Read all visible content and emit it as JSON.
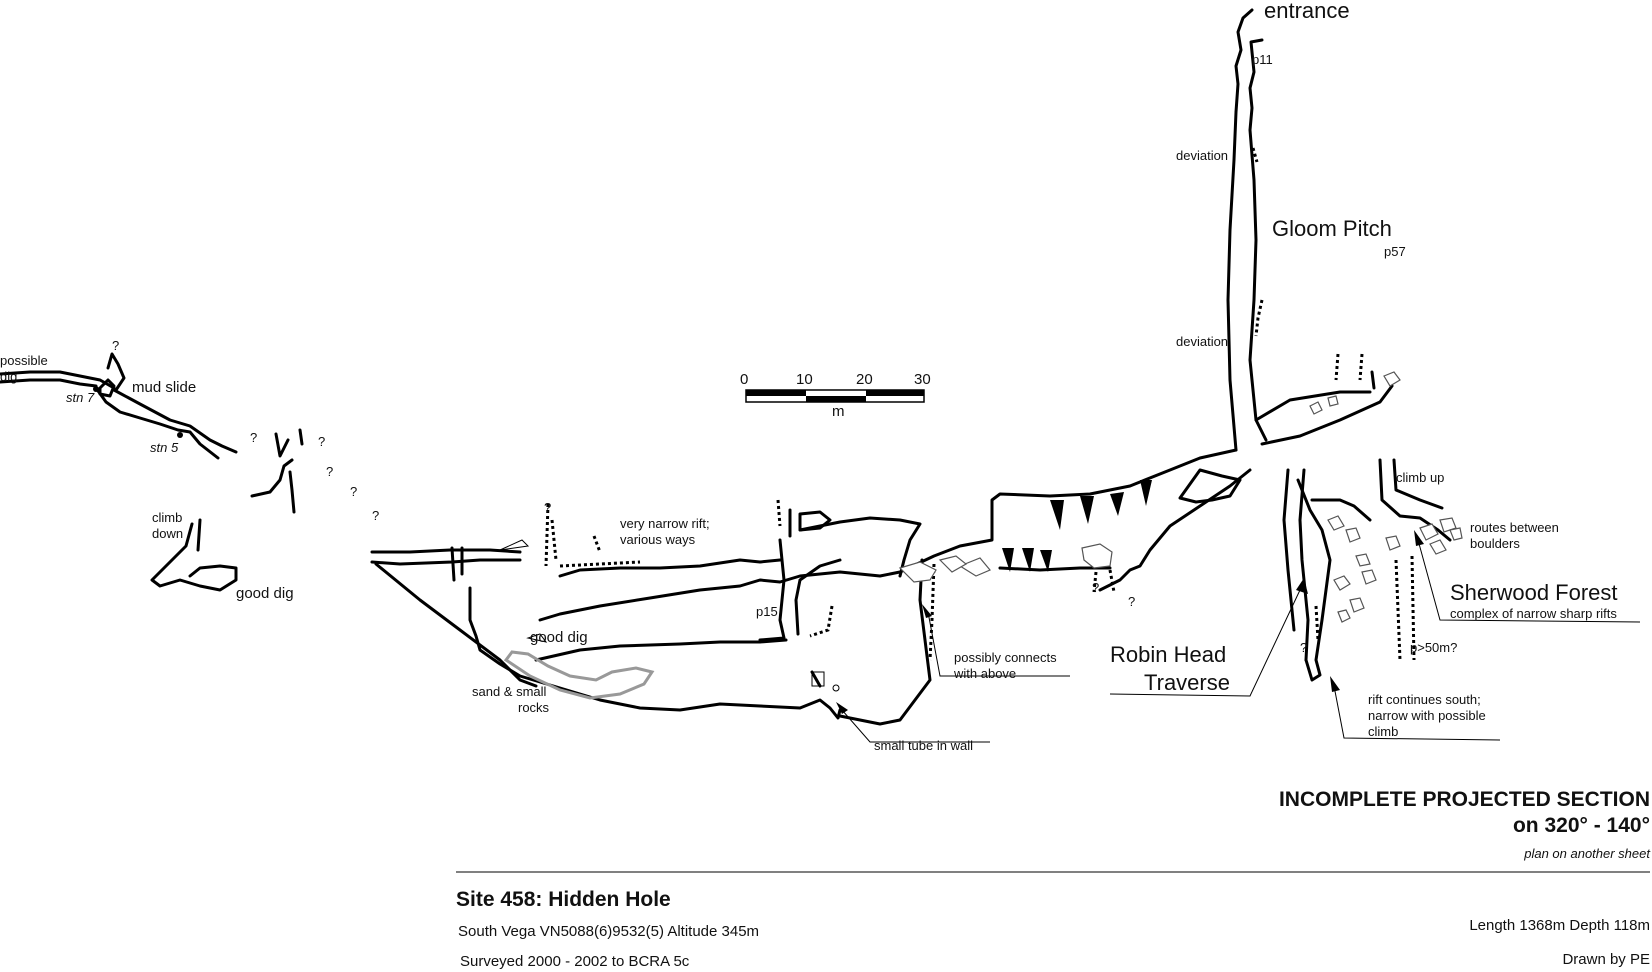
{
  "labels": {
    "entrance": "entrance",
    "p11": "p11",
    "deviation1": "deviation",
    "deviation2": "deviation",
    "gloom_pitch": "Gloom Pitch",
    "p57": "p57",
    "possible_dig_1": "possible",
    "possible_dig_2": "dig",
    "mud_slide": "mud slide",
    "stn7": "stn 7",
    "stn5": "stn 5",
    "q": "?",
    "climb_down_1": "climb",
    "climb_down_2": "down",
    "good_dig_left": "good dig",
    "narrow_rift_1": "very narrow rift;",
    "narrow_rift_2": "various ways",
    "p15": "p15",
    "good_dig_center": "good dig",
    "sand_1": "sand & small",
    "sand_2": "rocks",
    "possibly_connects_1": "possibly connects",
    "possibly_connects_2": "with above",
    "small_tube": "small tube in wall",
    "robin_1": "Robin Head",
    "robin_2": "Traverse",
    "climb_up": "climb up",
    "routes_1": "routes between",
    "routes_2": "boulders",
    "sherwood": "Sherwood Forest",
    "sherwood_sub": "complex of narrow sharp rifts",
    "p50": "p>50m?",
    "rift_south_1": "rift continues south;",
    "rift_south_2": "narrow with possible",
    "rift_south_3": "climb"
  },
  "scale": {
    "ticks": [
      "0",
      "10",
      "20",
      "30"
    ],
    "unit": "m"
  },
  "section": {
    "title_1": "INCOMPLETE PROJECTED SECTION",
    "title_2": "on 320° - 140°",
    "subtitle": "plan on another sheet"
  },
  "footer": {
    "site": "Site 458: Hidden Hole",
    "location": "South Vega  VN5088(6)9532(5)  Altitude 345m",
    "surveyed": "Surveyed 2000 - 2002  to BCRA 5c",
    "length_depth": "Length 1368m  Depth 118m",
    "drawn_by": "Drawn by PE"
  }
}
